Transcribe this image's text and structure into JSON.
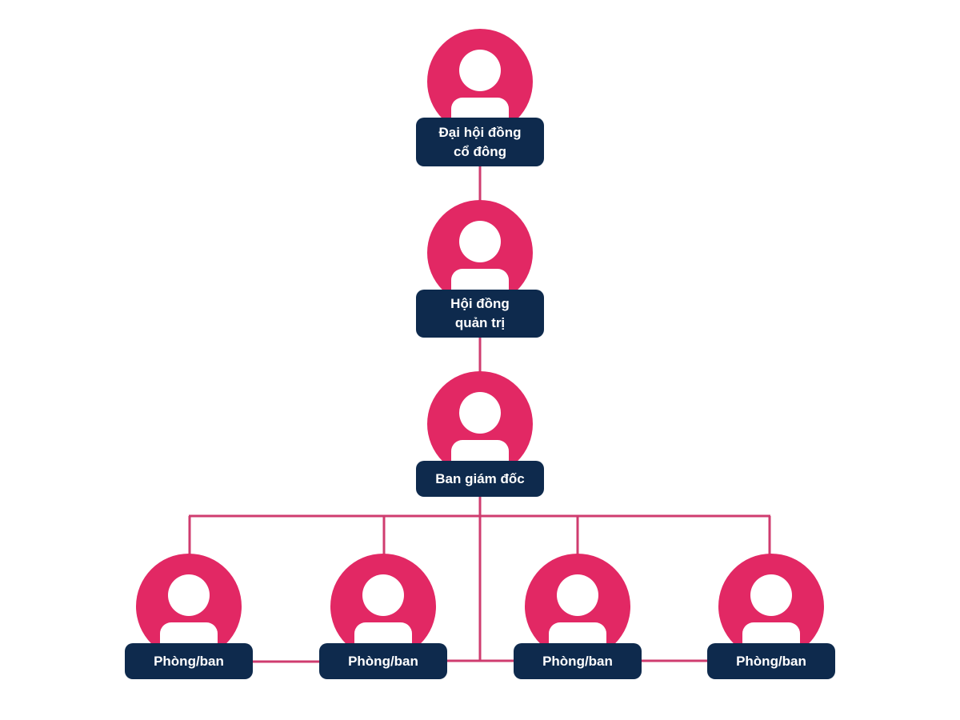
{
  "colors": {
    "avatar": "#e22864",
    "label_bg": "#0e2a4d",
    "connector": "#cf3c6f",
    "label_text": "#ffffff"
  },
  "nodes": [
    {
      "id": "shareholders",
      "label": "Đại hội đồng\ncổ đông",
      "icon": "person-avatar-icon"
    },
    {
      "id": "board",
      "label": "Hội đồng\nquản trị",
      "icon": "person-avatar-icon"
    },
    {
      "id": "directors",
      "label": "Ban giám đốc",
      "icon": "person-avatar-icon"
    },
    {
      "id": "dept-1",
      "label": "Phòng/ban",
      "icon": "person-avatar-icon"
    },
    {
      "id": "dept-2",
      "label": "Phòng/ban",
      "icon": "person-avatar-icon"
    },
    {
      "id": "dept-3",
      "label": "Phòng/ban",
      "icon": "person-avatar-icon"
    },
    {
      "id": "dept-4",
      "label": "Phòng/ban",
      "icon": "person-avatar-icon"
    }
  ],
  "edges": [
    [
      "shareholders",
      "board"
    ],
    [
      "board",
      "directors"
    ],
    [
      "directors",
      "dept-1"
    ],
    [
      "directors",
      "dept-2"
    ],
    [
      "directors",
      "dept-3"
    ],
    [
      "directors",
      "dept-4"
    ]
  ]
}
